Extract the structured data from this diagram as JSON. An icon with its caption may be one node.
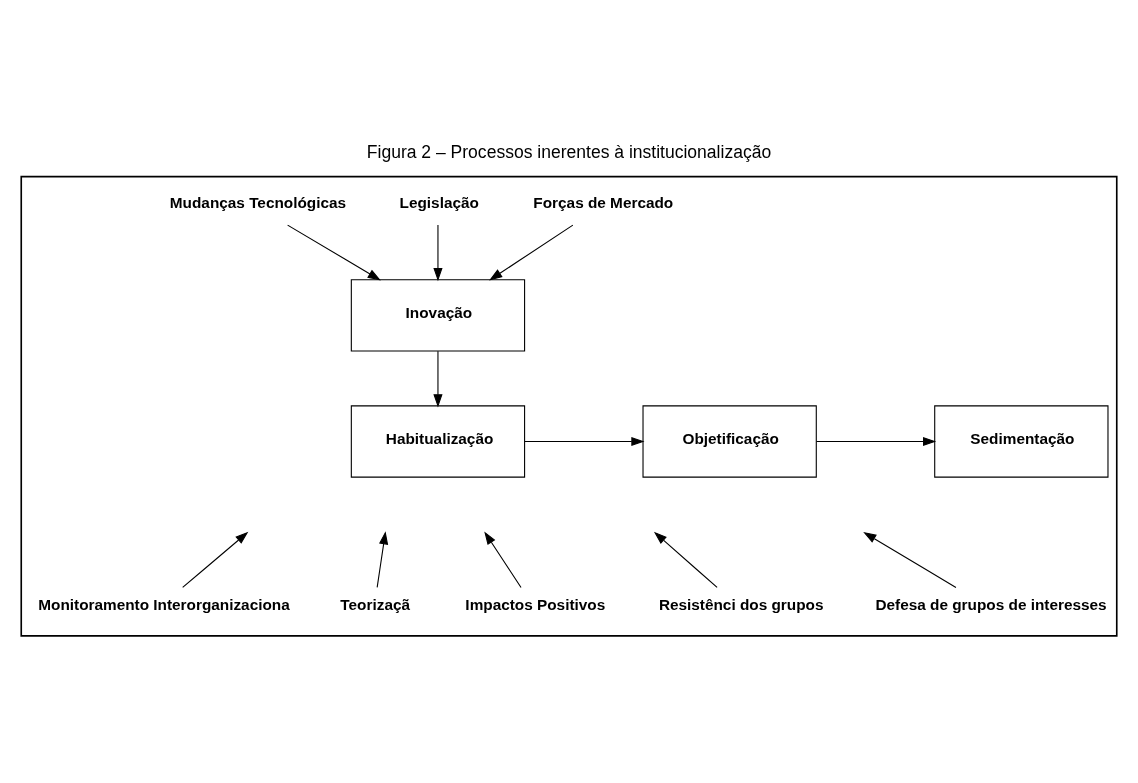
{
  "diagram": {
    "title": "Figura 2 – Processos inerentes à institucionalização",
    "nodes": [
      {
        "text": [],
        "shape": "box"
      },
      {
        "text": [
          "Mudanças Tecnológicas"
        ],
        "in": 0
      },
      {
        "text": [
          "Legislação"
        ],
        "in": 0
      },
      {
        "text": [
          "Forças de Mercado"
        ],
        "in": 0
      },
      {
        "text": [
          "Inovação"
        ],
        "in": 0
      },
      {
        "text": [
          "Habitualização"
        ],
        "in": 0
      },
      {
        "text": [
          "Objetificação"
        ],
        "in": 0
      },
      {
        "text": [
          "Sedimentação"
        ],
        "in": 0
      },
      {
        "text": [
          "Monitoramento Interorganizaciona"
        ],
        "in": 0
      },
      {
        "text": [
          "Teorizaçã"
        ],
        "in": 0
      },
      {
        "text": [
          "Impactos Positivos"
        ],
        "in": 0
      },
      {
        "text": [
          "Resistênci dos grupos"
        ],
        "in": 0
      },
      {
        "text": [
          "Defesa de grupos de interesses"
        ],
        "in": 0
      }
    ],
    "edges": [
      {
        "from": 1,
        "to": 4,
        "arrow": "to"
      },
      {
        "from": 2,
        "to": 4,
        "arrow": "to"
      },
      {
        "from": 3,
        "to": 4,
        "arrow": "to"
      },
      {
        "from": 4,
        "to": 5,
        "arrow": "to"
      },
      {
        "from": 5,
        "to": 6,
        "arrow": "to"
      },
      {
        "from": 6,
        "to": 7,
        "arrow": "to"
      },
      {
        "from": 8,
        "to": null,
        "arrow": "to"
      },
      {
        "from": 9,
        "to": null,
        "arrow": "to"
      },
      {
        "from": 10,
        "to": null,
        "arrow": "to"
      },
      {
        "from": 11,
        "to": null,
        "arrow": "to"
      },
      {
        "from": 12,
        "to": null,
        "arrow": "to"
      }
    ]
  }
}
